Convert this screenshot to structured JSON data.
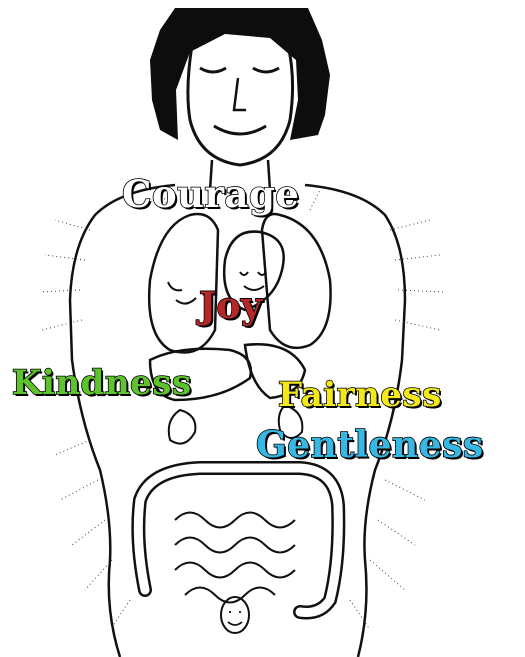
{
  "words": {
    "courage": "Courage",
    "joy": "Joy",
    "kindness": "Kindness",
    "fairness": "Fairness",
    "gentleness": "Gentleness"
  },
  "colors": {
    "courage": "#ffffff",
    "joy": "#b5282a",
    "kindness": "#5fc32e",
    "fairness": "#f3e81a",
    "gentleness": "#37b7e3",
    "line": "#111111",
    "hair": "#0d0d0d"
  }
}
